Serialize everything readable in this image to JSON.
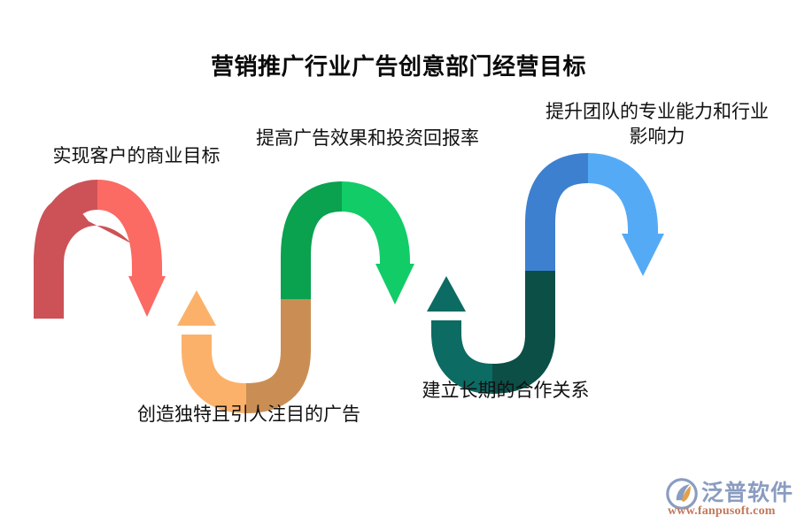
{
  "title": "营销推广行业广告创意部门经营目标",
  "background_color": "#ffffff",
  "diagram": {
    "type": "zigzag-arrow-flow",
    "steps": [
      {
        "index": 1,
        "label": "实现客户的商业目标",
        "shape": "arch-down-arrow",
        "direction": "down-right",
        "color_dark": "#CC5257",
        "color_light": "#FB6A63",
        "label_position": "above-left"
      },
      {
        "index": 2,
        "label": "创造独特且引人注目的广告",
        "shape": "valley-up-arrow",
        "direction": "up-left",
        "color_light": "#FCB16A",
        "color_dark": "#CA8E54",
        "label_position": "below"
      },
      {
        "index": 3,
        "label": "提高广告效果和投资回报率",
        "shape": "arch-down-arrow",
        "direction": "down-right",
        "color_dark": "#0AA14F",
        "color_light": "#12CC68",
        "label_position": "above"
      },
      {
        "index": 4,
        "label": "建立长期的合作关系",
        "shape": "valley-up-arrow",
        "direction": "up-left",
        "color_light": "#0C6B63",
        "color_dark": "#0B4F47",
        "label_position": "below"
      },
      {
        "index": 5,
        "label": "提升团队的专业能力和行业影响力",
        "shape": "arch-down-arrow",
        "direction": "down-right",
        "color_dark": "#3D80CF",
        "color_light": "#55AAF5",
        "label_position": "above-right"
      }
    ]
  },
  "logo": {
    "brand_cn": "泛普软件",
    "url": "www.fanpusoft.com",
    "mark_color": "#8a9cc0",
    "mark_accent": "#e3a04a",
    "url_color": "#c2785a"
  }
}
